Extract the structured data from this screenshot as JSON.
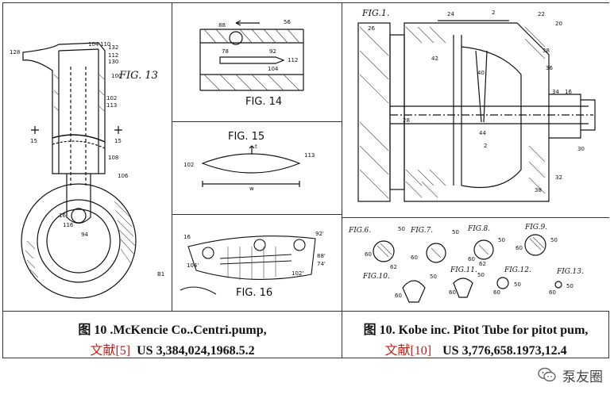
{
  "left_figure": {
    "fig13_label": "FIG. 13",
    "labels": [
      "128",
      "104",
      "110",
      "132",
      "112",
      "130",
      "100",
      "102",
      "113",
      "15",
      "15",
      "108",
      "106",
      "16",
      "116",
      "94",
      "B1"
    ]
  },
  "fig14": {
    "caption": "FIG. 14",
    "labels": [
      "88",
      "56",
      "78",
      "92",
      "112",
      "104"
    ]
  },
  "fig15": {
    "caption": "FIG. 15",
    "labels": [
      "t",
      "102",
      "113",
      "w"
    ]
  },
  "fig16": {
    "caption": "FIG. 16",
    "labels": [
      "16",
      "92'",
      "88'",
      "74'",
      "102'",
      "104'"
    ]
  },
  "kobe_fig1": {
    "fig_label": "FIG.1.",
    "labels": [
      "24",
      "2",
      "22",
      "20",
      "26",
      "38",
      "36",
      "42",
      "40",
      "34",
      "16",
      "28",
      "44",
      "30",
      "2",
      "32",
      "38"
    ]
  },
  "kobe_small_figs": [
    {
      "label": "FIG.6.",
      "n1": "50",
      "n2": "60",
      "n3": "62"
    },
    {
      "label": "FIG.7.",
      "n1": "50",
      "n2": "60"
    },
    {
      "label": "FIG.8.",
      "n1": "50",
      "n2": "60",
      "n3": "62"
    },
    {
      "label": "FIG.9.",
      "n1": "50",
      "n2": "60"
    },
    {
      "label": "FIG.10.",
      "n1": "50",
      "n2": "60"
    },
    {
      "label": "FIG.11.",
      "n1": "50",
      "n2": "60"
    },
    {
      "label": "FIG.12.",
      "n1": "50",
      "n2": "60"
    },
    {
      "label": "FIG.13.",
      "n1": "50",
      "n2": "60"
    }
  ],
  "caption_left": {
    "title": "图 10 .McKencie Co..Centri.pump,",
    "ref": "文献[5]",
    "patent": "US 3,384,024,1968.5.2"
  },
  "caption_right": {
    "title": "图 10. Kobe inc. Pitot Tube for pitot pum,",
    "ref": "文献[10]",
    "patent": "US 3,776,658.1973,12.4"
  },
  "watermark": "泵友圈"
}
